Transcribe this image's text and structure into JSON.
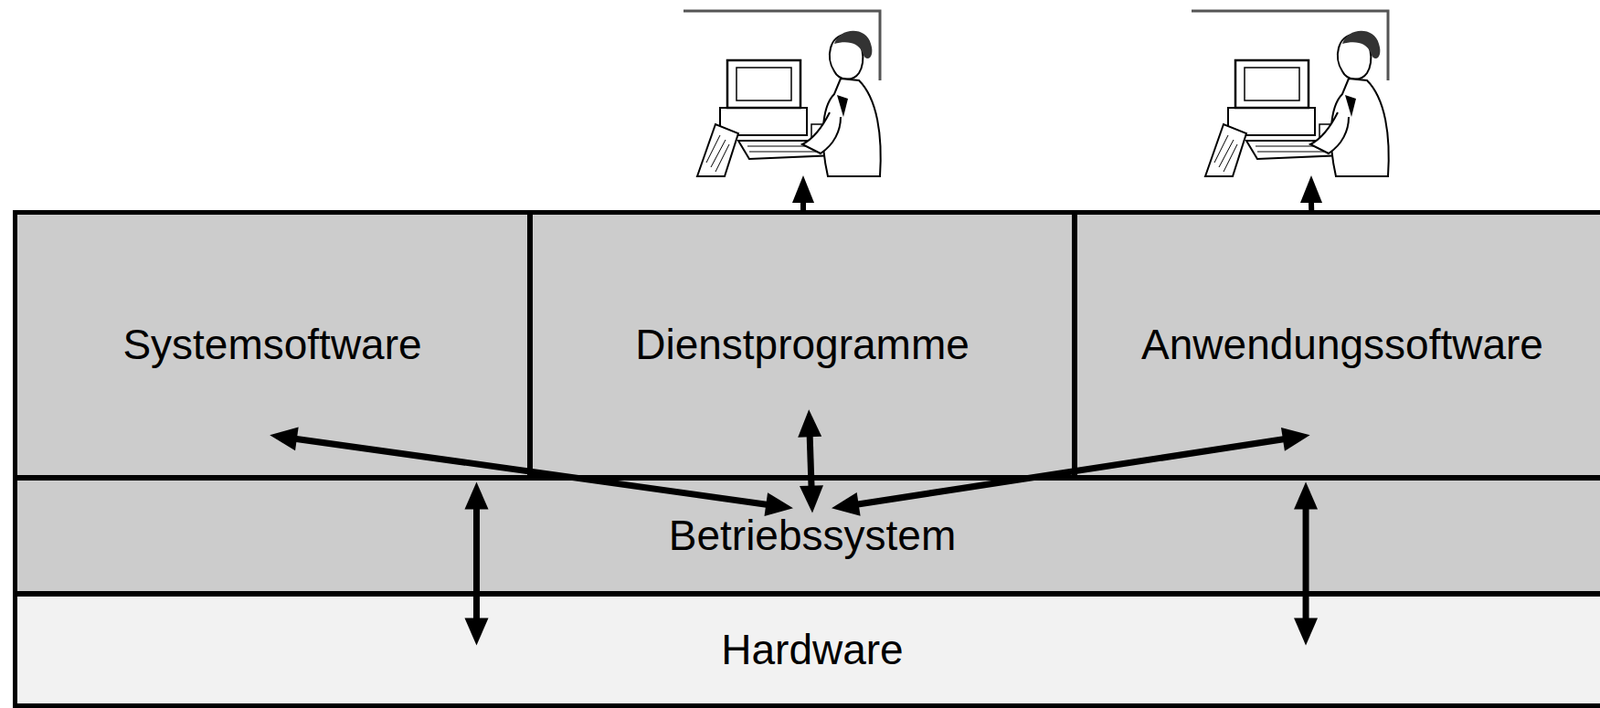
{
  "diagram": {
    "nodes": [
      {
        "text": [
          "Systemsoftware"
        ]
      },
      {
        "text": [
          "Dienstprogramme"
        ]
      },
      {
        "text": [
          "Anwendungssoftware"
        ]
      },
      {
        "text": [
          "Betriebssystem"
        ]
      },
      {
        "text": [
          "Hardware"
        ]
      }
    ],
    "edges": [
      {
        "from": 0,
        "to": 3,
        "arrow": "both"
      },
      {
        "from": 1,
        "to": 3,
        "arrow": "both"
      },
      {
        "from": 2,
        "to": 3,
        "arrow": "both"
      },
      {
        "from": 3,
        "to": 4,
        "arrow": "both"
      },
      {
        "from": 3,
        "to": 4,
        "arrow": "both"
      }
    ]
  }
}
